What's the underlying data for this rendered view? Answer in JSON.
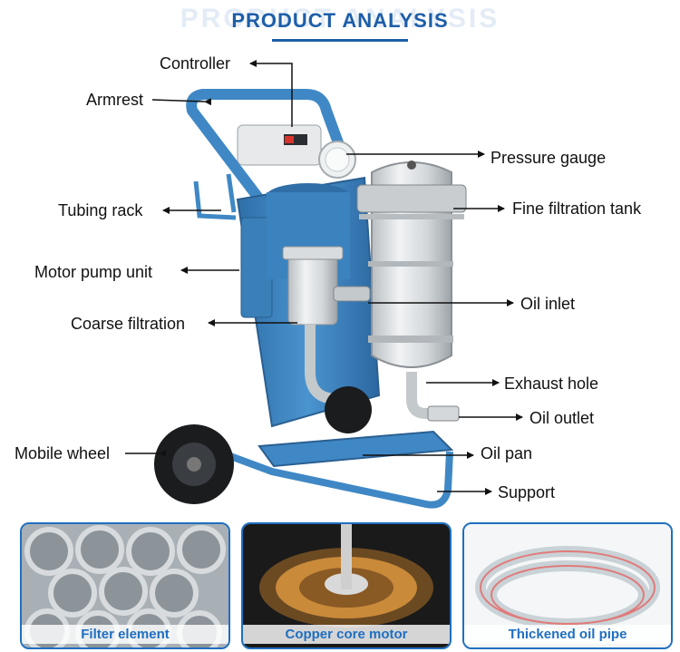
{
  "header": {
    "title": "PRODUCT ANALYSIS",
    "ghost": "PRODUCT ANALYSIS"
  },
  "labels": {
    "controller": "Controller",
    "armrest": "Armrest",
    "pressure_gauge": "Pressure gauge",
    "tubing_rack": "Tubing rack",
    "fine_filtration_tank": "Fine filtration tank",
    "motor_pump_unit": "Motor pump unit",
    "oil_inlet": "Oil inlet",
    "coarse_filtration": "Coarse filtration",
    "exhaust_hole": "Exhaust hole",
    "oil_outlet": "Oil outlet",
    "mobile_wheel": "Mobile wheel",
    "oil_pan": "Oil pan",
    "support": "Support"
  },
  "cards": [
    {
      "caption": "Filter element"
    },
    {
      "caption": "Copper core motor"
    },
    {
      "caption": "Thickened oil pipe"
    }
  ],
  "colors": {
    "frame_blue": "#3f88c5",
    "accent_blue": "#1f6fc0",
    "title_blue": "#1d5ea8",
    "tank_silver": "#d5d9dc"
  }
}
